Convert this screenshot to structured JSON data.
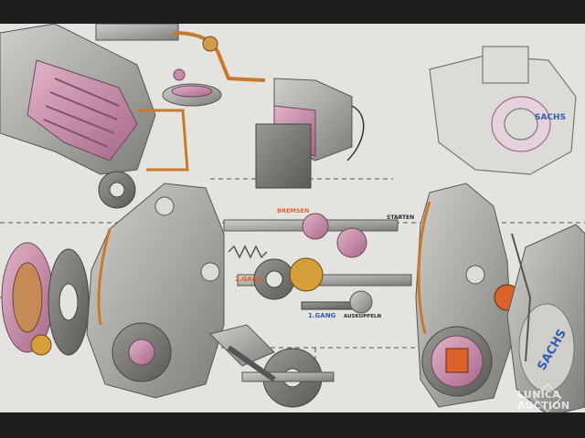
{
  "labels": {
    "bremsen": "BREMSEN",
    "starten": "STARTEN",
    "gang2": "2.GANG",
    "gang1": "1.GANG",
    "auskuppeln": "AUSKUPPELN",
    "sachs": "SACHS"
  },
  "watermark": {
    "line1": "LUNICA",
    "line2": "AUCTION"
  },
  "colors": {
    "background": "#e4e3df",
    "metal": "#a8a7a3",
    "pink": "#c98aa8",
    "orange_label": "#d9632a",
    "blue_label": "#2f5fb0",
    "copper": "#c77a2e"
  }
}
